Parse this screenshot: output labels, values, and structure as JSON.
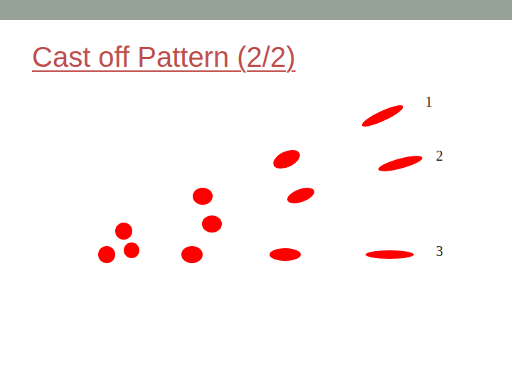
{
  "diagram": {
    "title": "Cast off Pattern (2/2)",
    "labels": [
      "1",
      "2",
      "3"
    ]
  }
}
